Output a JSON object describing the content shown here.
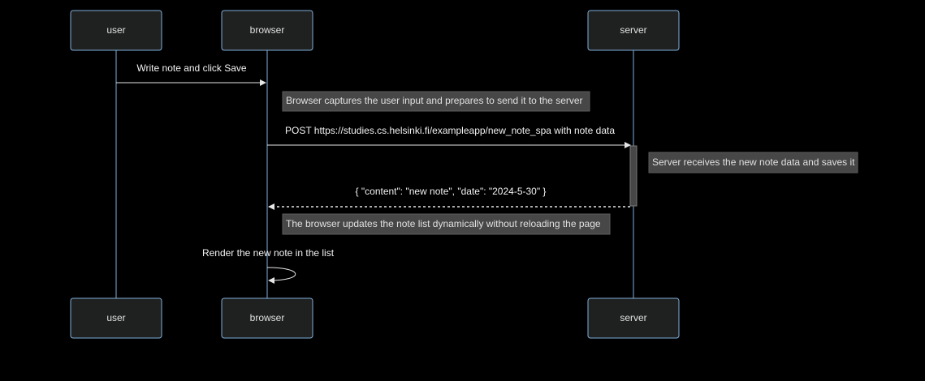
{
  "participants": {
    "user": "user",
    "browser": "browser",
    "server": "server"
  },
  "messages": {
    "m1": "Write note and click Save",
    "m2": "POST https://studies.cs.helsinki.fi/exampleapp/new_note_spa with note data",
    "m3": "{ \"content\": \"new note\", \"date\": \"2024-5-30\" }",
    "m4": "Render the new note in the list"
  },
  "notes": {
    "n1": "Browser captures the user input and prepares to send it to the server",
    "n2": "Server receives the new note data and saves it",
    "n3": "The browser updates the note list dynamically without reloading the page"
  },
  "colors": {
    "background": "#000000",
    "actor_fill": "#1f2020",
    "actor_border": "#81b1db",
    "note_fill": "#474747",
    "line": "#e6e6e6"
  }
}
